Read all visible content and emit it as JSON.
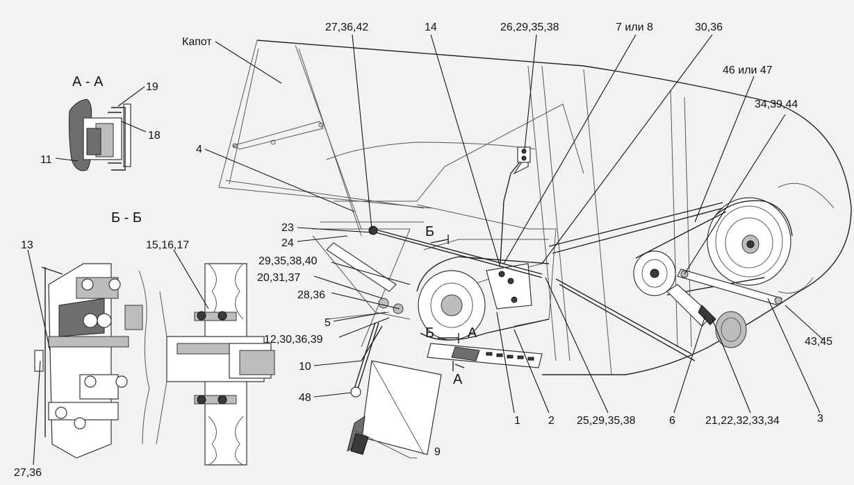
{
  "labels": {
    "kapot": "Капот",
    "p27_36_42": "27,36,42",
    "p14": "14",
    "p26_29_35_38": "26,29,35,38",
    "p7_8": "7 или 8",
    "p30_36": "30,36",
    "p46_47": "46 или 47",
    "p34_39_44": "34,39,44",
    "p4": "4",
    "p23": "23",
    "p24": "24",
    "p29_35_38_40": "29,35,38,40",
    "p20_31_37": "20,31,37",
    "p28_36": "28,36",
    "p5": "5",
    "p12_30_36_39": "12,30,36,39",
    "p10": "10",
    "p48": "48",
    "p9": "9",
    "p1": "1",
    "p2": "2",
    "p25_29_35_38": "25,29,35,38",
    "p6": "6",
    "p21_22_32_33_34": "21,22,32,33,34",
    "p3": "3",
    "p43_45": "43,45",
    "p13": "13",
    "p15_16_17": "15,16,17",
    "p27_36_bottom": "27,36",
    "p19": "19",
    "p18": "18",
    "p11": "11"
  },
  "sections": {
    "aa_title": "А - А",
    "bb_title": "Б - Б",
    "mark_b": "Б",
    "mark_a": "А",
    "mark_b2": "Б",
    "mark_a2": "А"
  }
}
